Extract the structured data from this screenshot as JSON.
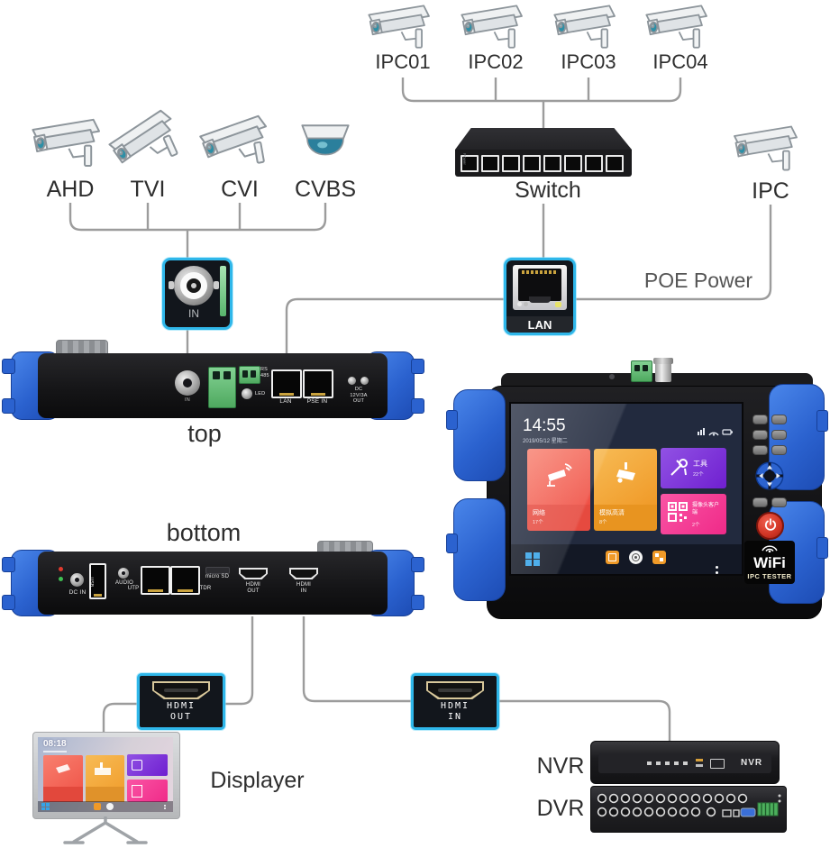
{
  "top_cameras": [
    {
      "label": "IPC01"
    },
    {
      "label": "IPC02"
    },
    {
      "label": "IPC03"
    },
    {
      "label": "IPC04"
    }
  ],
  "switch": {
    "label": "Switch",
    "power_text": "Power"
  },
  "analog_cameras": [
    {
      "label": "AHD"
    },
    {
      "label": "TVI"
    },
    {
      "label": "CVI"
    },
    {
      "label": "CVBS"
    }
  ],
  "ipc_camera": {
    "label": "IPC"
  },
  "poe": {
    "label": "POE Power"
  },
  "connectors": {
    "bnc_in": {
      "label": "IN"
    },
    "lan": {
      "label": "LAN"
    },
    "hdmi_out": {
      "label": "HDMI\nOUT"
    },
    "hdmi_in": {
      "label": "HDMI\nIN"
    }
  },
  "top_view": {
    "caption": "top",
    "bnc": "IN",
    "rs485": "RS\n485",
    "led": "LED",
    "lan": "LAN",
    "pse_in": "PSE  IN",
    "dc_out": "DC\n12V/3A\nOUT"
  },
  "bottom_view": {
    "caption": "bottom",
    "dc_in": "DC IN",
    "usb": "USB",
    "audio": "AUDIO",
    "utp": "UTP",
    "tdr": "TDR",
    "micro_sd": "micro SD",
    "hdmi_out": "HDMI\nOUT",
    "hdmi_in": "HDMI\nIN"
  },
  "tester": {
    "time": "14:55",
    "date": "2019/05/12 星期二",
    "tiles": [
      {
        "name": "网络",
        "count": "17个",
        "color": "#ef4f44"
      },
      {
        "name": "模拟高清",
        "count": "8个",
        "color": "#f09a28"
      },
      {
        "name": "工具",
        "count": "22个",
        "color": "#7b2fd6"
      },
      {
        "name": "摄像头客户端",
        "count": "2个",
        "color": "#ef2f90"
      }
    ],
    "wifi": "WiFi",
    "model": "IPC TESTER"
  },
  "displayer": {
    "label": "Displayer",
    "time": "08:18"
  },
  "nvr": {
    "label": "NVR",
    "device_text": "NVR"
  },
  "dvr": {
    "label": "DVR"
  },
  "accent": {
    "cyan": "#2fb7ea",
    "blue": "#2b62cf",
    "line": "#9c9c9c"
  }
}
